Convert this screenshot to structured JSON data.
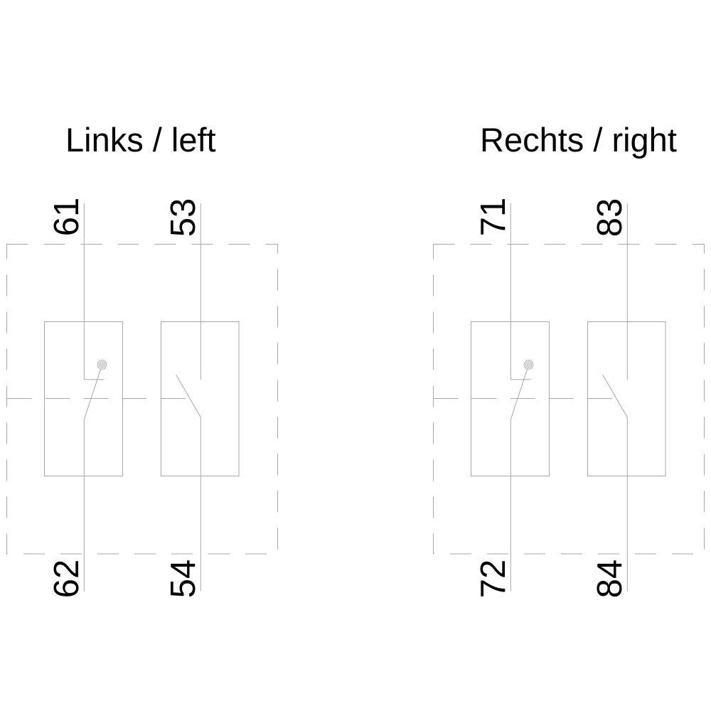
{
  "colors": {
    "background": "#ffffff",
    "line_gray": "#a8a8a8",
    "text_black": "#000000"
  },
  "diagrams": [
    {
      "title": "Links / left",
      "terminals": {
        "top": [
          "61",
          "53"
        ],
        "bottom": [
          "62",
          "54"
        ]
      },
      "symbols": [
        "nc-contact",
        "no-contact"
      ]
    },
    {
      "title": "Rechts / right",
      "terminals": {
        "top": [
          "71",
          "83"
        ],
        "bottom": [
          "72",
          "84"
        ]
      },
      "symbols": [
        "nc-contact",
        "no-contact"
      ]
    }
  ]
}
